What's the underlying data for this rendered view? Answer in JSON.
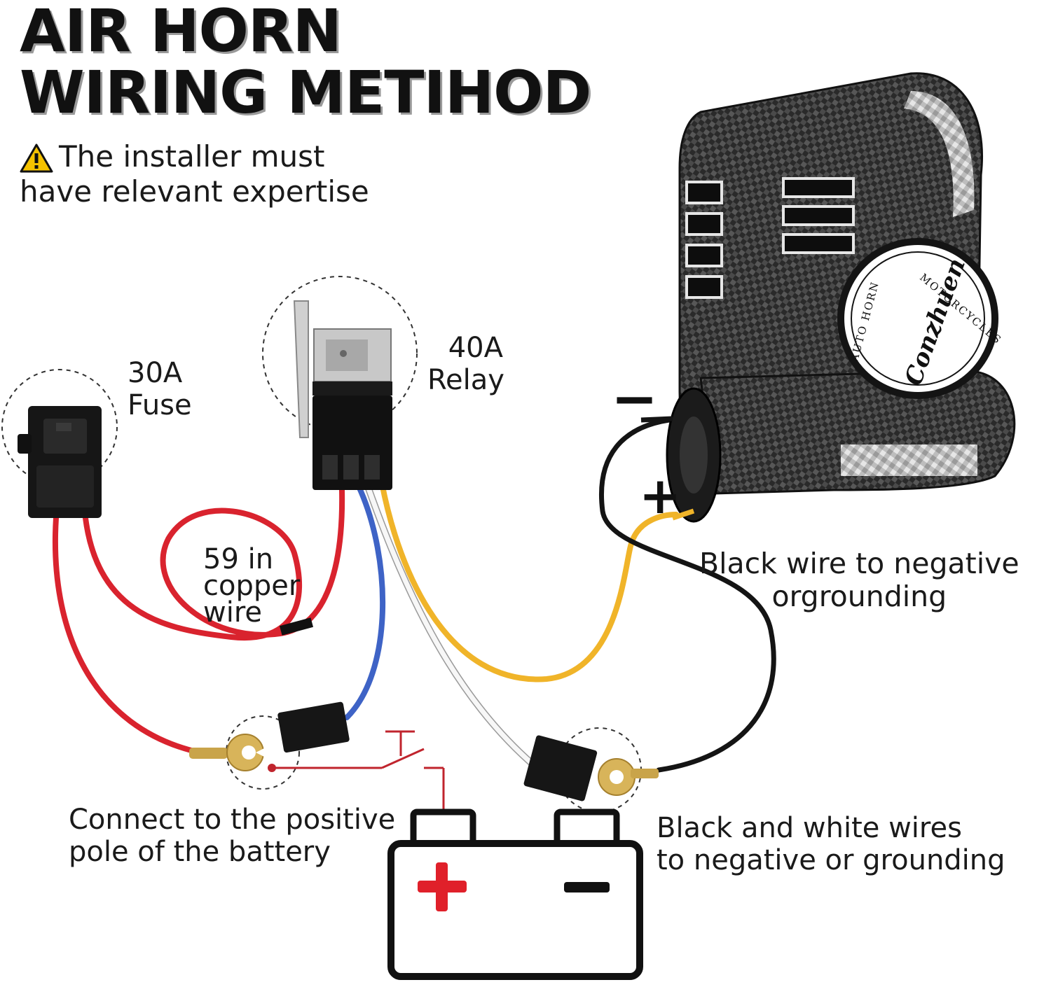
{
  "title": {
    "line1": "AIR HORN",
    "line2": "WIRING METIHOD"
  },
  "warning": {
    "line1": "The installer must",
    "line2": "have relevant expertise",
    "icon": "warning-triangle-icon"
  },
  "labels": {
    "fuse": {
      "line1": "30A",
      "line2": "Fuse"
    },
    "relay": {
      "line1": "40A",
      "line2": "Relay"
    },
    "copper_wire": {
      "line1": "59 in",
      "line2": "copper",
      "line3": "wire"
    },
    "black_wire": {
      "line1": "Black wire to negative",
      "line2": "orgrounding"
    },
    "positive_pole": {
      "line1": "Connect to the positive",
      "line2": "pole of the battery"
    },
    "black_white": {
      "line1": "Black and white wires",
      "line2": "to negative or grounding"
    }
  },
  "horn": {
    "minus_sign": "−",
    "plus_sign": "+",
    "badge_top": "MOTORCYCLES",
    "badge_left": "AUTO HORN",
    "badge_brand": "Conzhuen"
  },
  "colors": {
    "red_wire": "#d9232e",
    "blue_wire": "#3e63c6",
    "white_wire": "#f4f4f4",
    "yellow_wire": "#f0b429",
    "black_wire": "#141414",
    "switch_line": "#c0242d",
    "battery_plus": "#e0202a"
  }
}
